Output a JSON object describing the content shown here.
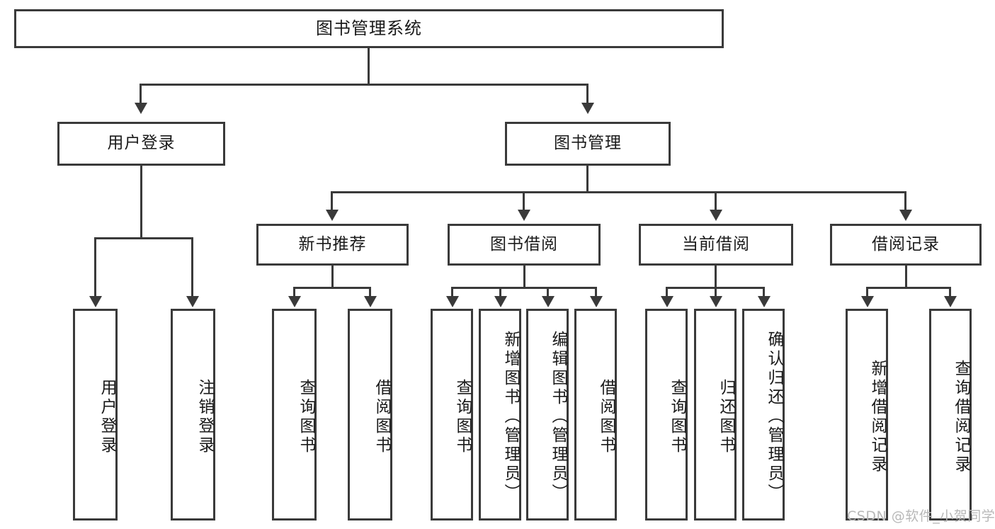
{
  "diagram": {
    "title": "图书管理系统",
    "type": "hierarchy-tree",
    "watermark": "CSDN @软件_小贺同学",
    "colors": {
      "stroke": "#3a3a3a",
      "fill": "#ffffff",
      "text": "#1a1a1a",
      "watermark": "#b8b8b8"
    },
    "levels": {
      "root": {
        "label": "图书管理系统"
      },
      "level2": [
        {
          "label": "用户登录"
        },
        {
          "label": "图书管理"
        }
      ],
      "level3": [
        {
          "label": "新书推荐"
        },
        {
          "label": "图书借阅"
        },
        {
          "label": "当前借阅"
        },
        {
          "label": "借阅记录"
        }
      ],
      "leaves": {
        "user_login": [
          {
            "label": "用户登录"
          },
          {
            "label": "注销登录"
          }
        ],
        "new_book_rec": [
          {
            "label": "查询图书"
          },
          {
            "label": "借阅图书"
          }
        ],
        "book_borrow": [
          {
            "label": "查询图书"
          },
          {
            "label": "新增图书（管理员）"
          },
          {
            "label": "编辑图书（管理员）"
          },
          {
            "label": "借阅图书"
          }
        ],
        "current_borrow": [
          {
            "label": "查询图书"
          },
          {
            "label": "归还图书"
          },
          {
            "label": "确认归还（管理员）"
          }
        ],
        "borrow_record": [
          {
            "label": "新增借阅记录"
          },
          {
            "label": "查询借阅记录"
          }
        ]
      }
    }
  }
}
